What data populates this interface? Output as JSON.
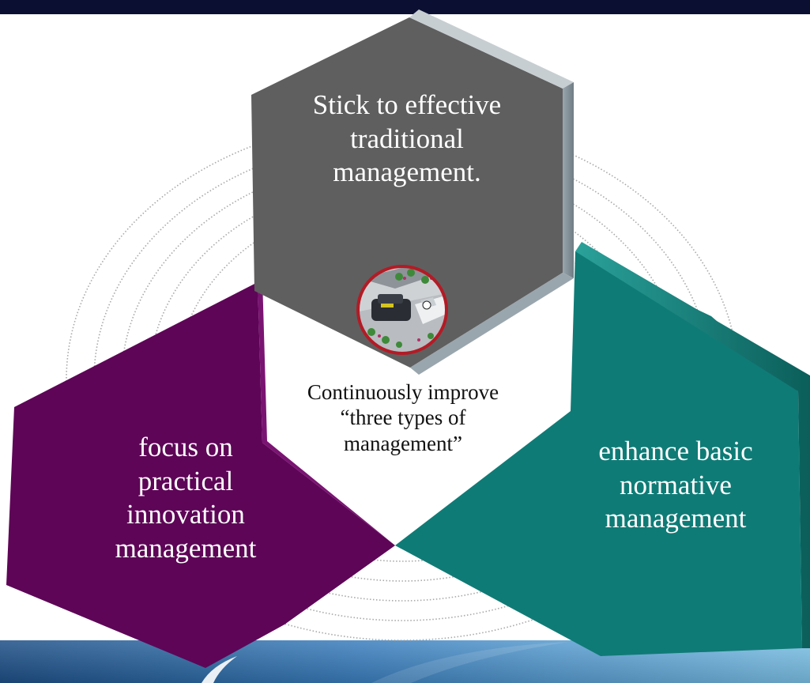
{
  "colors": {
    "top_bar": "#0b1033",
    "hex_top": "#5f5f5f",
    "hex_left": "#5e0557",
    "hex_right": "#0f7b76",
    "center_fill": "#ffffff",
    "footer_blue": "#2f6fa8",
    "ring_stroke": "#a8a8a8"
  },
  "icons": {
    "center_image": "car-collision-illustration",
    "footer_logo": "swoosh-logo"
  },
  "diagram": {
    "top": {
      "lines": [
        "Stick to effective",
        "traditional",
        "management."
      ]
    },
    "left": {
      "lines": [
        "focus on",
        "practical",
        "innovation",
        "management"
      ]
    },
    "right": {
      "lines": [
        "enhance basic",
        "normative",
        "management"
      ]
    },
    "center": {
      "lines": [
        "Continuously improve",
        "“three types of",
        "management”"
      ]
    }
  }
}
